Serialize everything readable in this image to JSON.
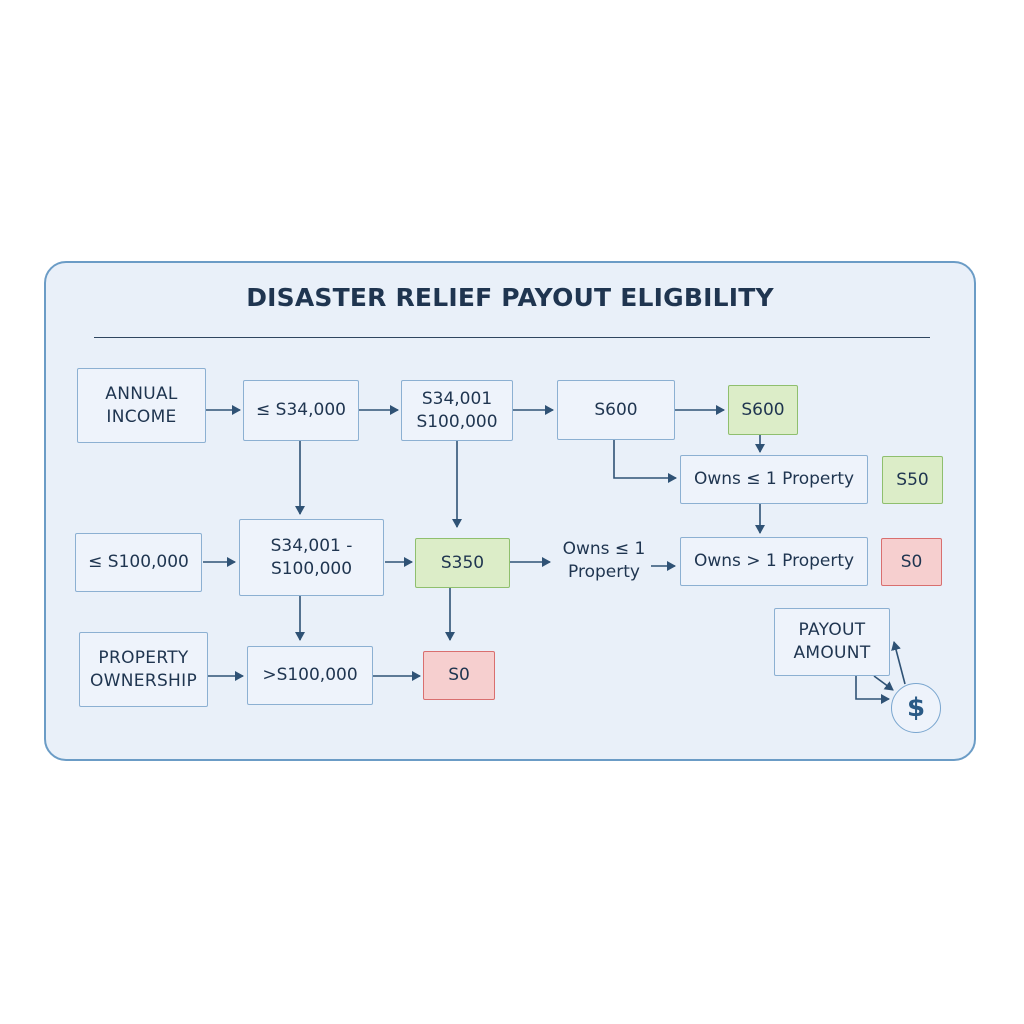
{
  "title": "DISASTER RELIEF PAYOUT ELIGBILITY",
  "nodes": {
    "annual_income": "ANNUAL\nINCOME",
    "le_34000": "≤ S34,000",
    "range_top": "S34,001\nS100,000",
    "s600_plain": "S600",
    "s600_green": "S600",
    "owns_le1_box": "Owns ≤ 1 Property",
    "s50": "S50",
    "le_100000": "≤ S100,000",
    "range_mid": "S34,001 -\nS100,000",
    "s350": "S350",
    "owns_le1_text": "Owns ≤ 1\nProperty",
    "owns_gt1_box": "Owns > 1 Property",
    "s0_right": "S0",
    "property_ownership": "PROPERTY\nOWNERSHIP",
    "gt_100000": ">S100,000",
    "s0_bottom": "S0",
    "payout_amount": "PAYOUT\nAMOUNT"
  },
  "icons": {
    "coin": "$"
  },
  "colors": {
    "panel_bg": "#e9f0f9",
    "panel_border": "#6b9cc6",
    "box_border": "#8cb0d2",
    "green_fill": "#dcedc8",
    "red_fill": "#f6cfcf",
    "arrow": "#2f5275",
    "text": "#1f3550"
  }
}
